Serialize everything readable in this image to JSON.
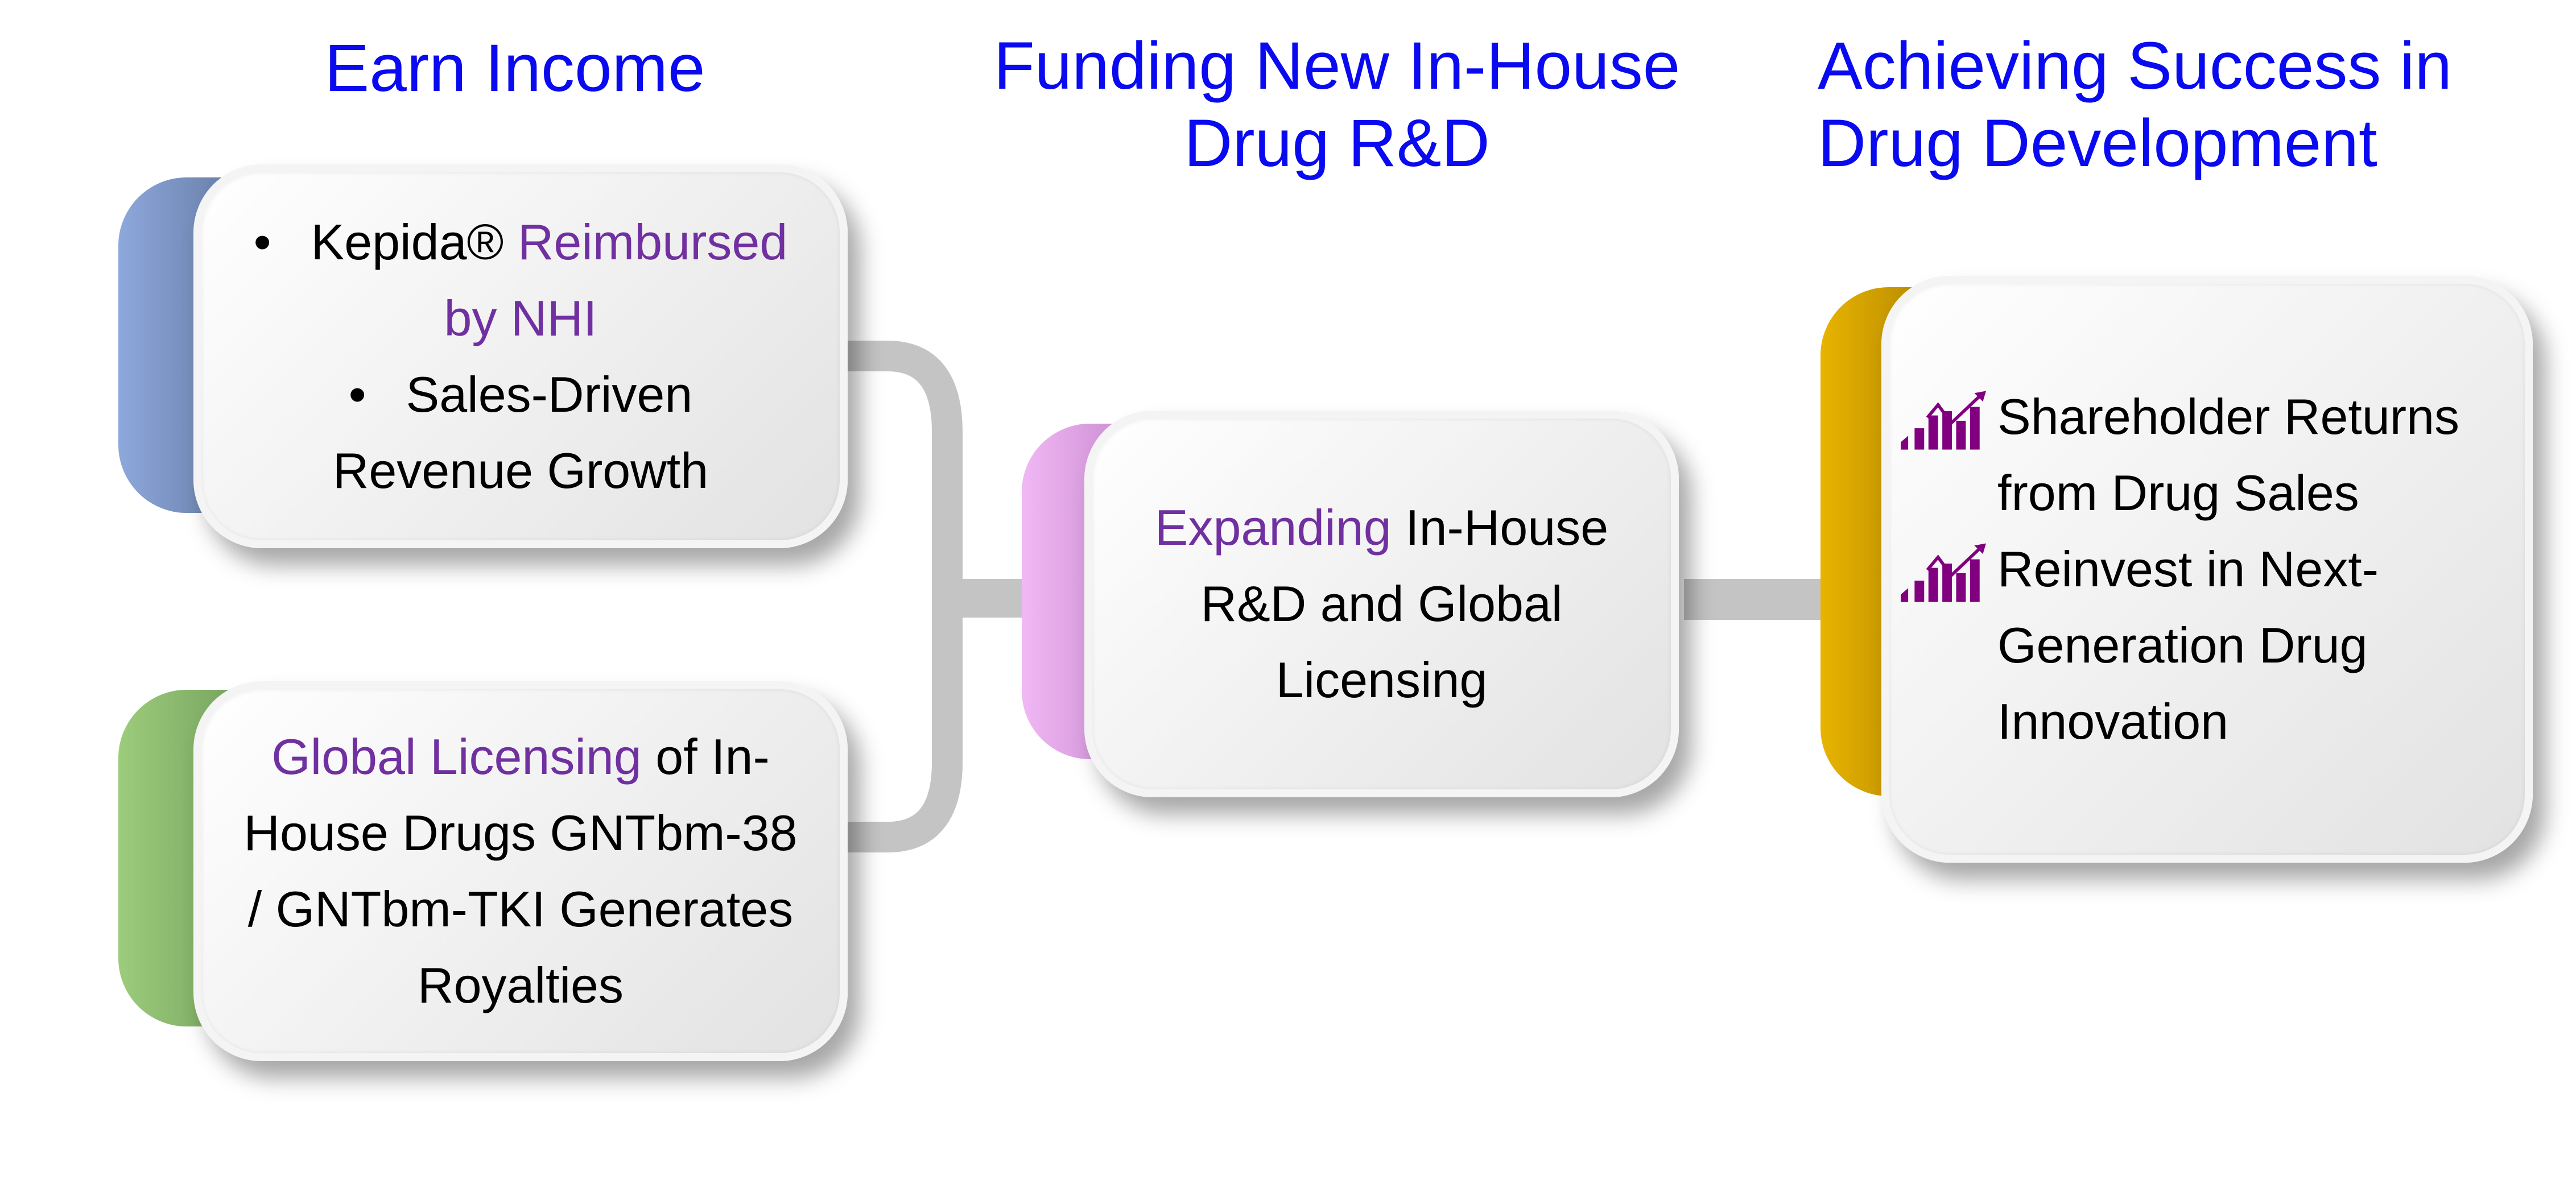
{
  "titles": {
    "earn_income": "Earn Income",
    "funding_line1": "Funding New In-House",
    "funding_line2": "Drug R&D",
    "achieving_line1": "Achieving Success in",
    "achieving_line2": "Drug Development"
  },
  "card_kepida": {
    "bullet1_black": "Kepida®",
    "bullet1_purple_a": "Reimbursed",
    "bullet1_purple_b": "by NHI",
    "bullet2_a": "Sales-Driven",
    "bullet2_b": "Revenue Growth",
    "bullet_glyph": "•"
  },
  "card_licensing": {
    "purple": "Global Licensing",
    "line1_rest": "of In-",
    "line2": "House Drugs GNTbm-38",
    "line3": "/ GNTbm-TKI Generates",
    "line4": "Royalties"
  },
  "card_expanding": {
    "purple": "Expanding",
    "line1_rest": "In-House",
    "line2": "R&D and Global",
    "line3": "Licensing"
  },
  "card_success": {
    "item1_a": "Shareholder Returns",
    "item1_b": "from Drug Sales",
    "item2_a": "Reinvest in Next-",
    "item2_b": "Generation Drug",
    "item2_c": "Innovation",
    "icon": "growth-chart-icon"
  },
  "colors": {
    "title": "#0a0af0",
    "highlight": "#7030a0",
    "tab_blue": "#7f9bd0",
    "tab_green": "#8fbf70",
    "tab_pink": "#e6a8ee",
    "tab_gold": "#d9a400",
    "connector": "#c4c4c4"
  }
}
